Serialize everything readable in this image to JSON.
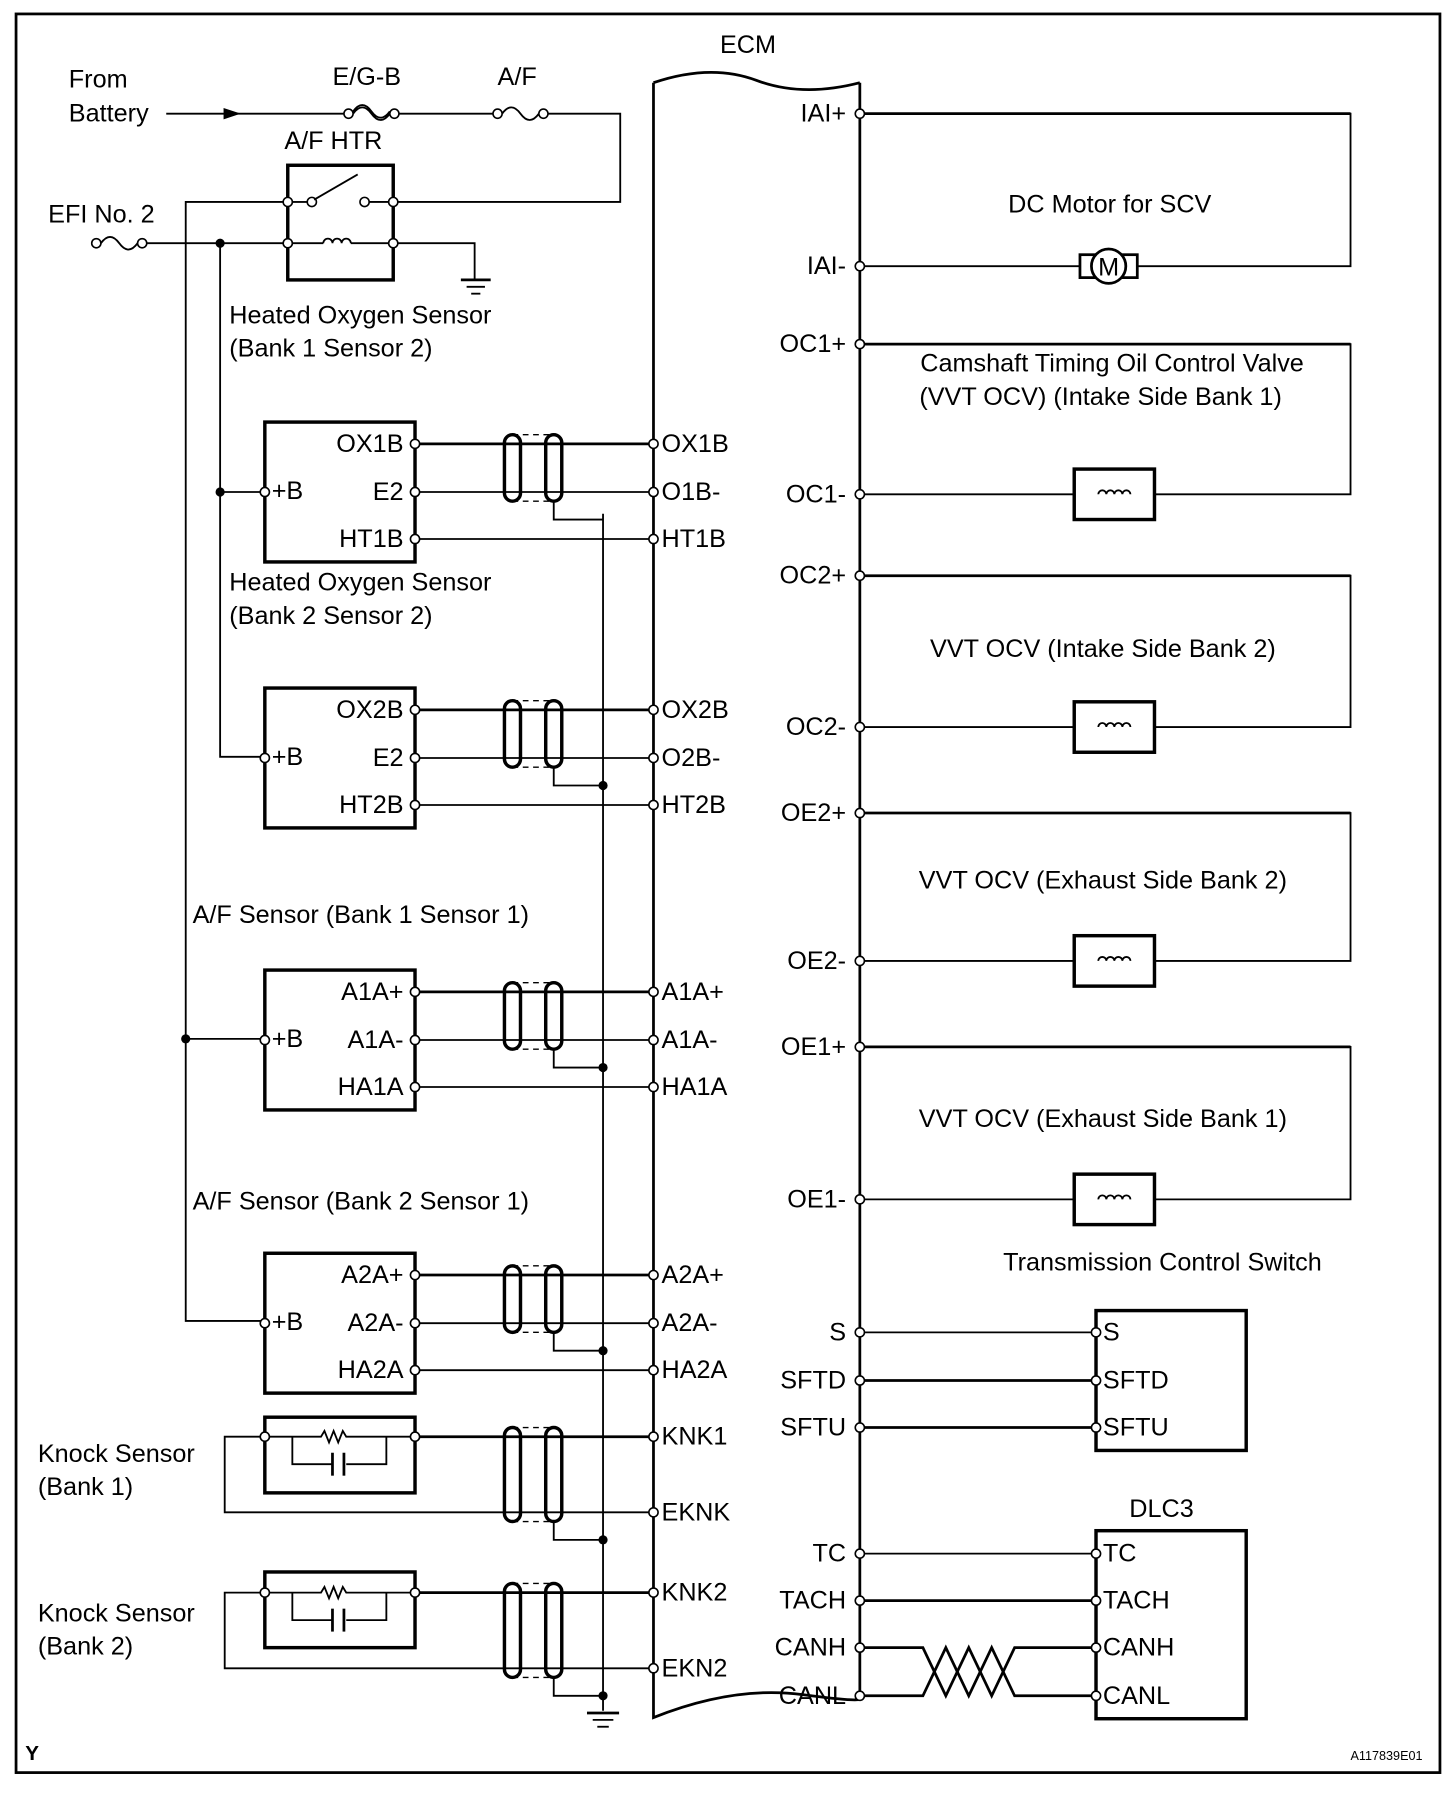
{
  "diagram": {
    "ecm_label": "ECM",
    "figure_code": "A117839E01",
    "corner_mark": "Y",
    "power": {
      "from_battery": [
        "From",
        "Battery"
      ],
      "fuse_egb": "E/G-B",
      "fuse_af": "A/F",
      "relay": "A/F HTR",
      "fuse_efi": "EFI No. 2"
    },
    "sensors": {
      "ho2_b1s2": {
        "title": [
          "Heated Oxygen Sensor",
          "(Bank 1 Sensor 2)"
        ],
        "pins": [
          "OX1B",
          "E2",
          "HT1B"
        ],
        "plus_b": "+B",
        "ecm_pins": [
          "OX1B",
          "O1B-",
          "HT1B"
        ]
      },
      "ho2_b2s2": {
        "title": [
          "Heated Oxygen Sensor",
          "(Bank 2 Sensor 2)"
        ],
        "pins": [
          "OX2B",
          "E2",
          "HT2B"
        ],
        "plus_b": "+B",
        "ecm_pins": [
          "OX2B",
          "O2B-",
          "HT2B"
        ]
      },
      "af_b1s1": {
        "title": "A/F Sensor (Bank 1 Sensor 1)",
        "pins": [
          "A1A+",
          "A1A-",
          "HA1A"
        ],
        "plus_b": "+B",
        "ecm_pins": [
          "A1A+",
          "A1A-",
          "HA1A"
        ]
      },
      "af_b2s1": {
        "title": "A/F Sensor (Bank 2 Sensor 1)",
        "pins": [
          "A2A+",
          "A2A-",
          "HA2A"
        ],
        "plus_b": "+B",
        "ecm_pins": [
          "A2A+",
          "A2A-",
          "HA2A"
        ]
      },
      "knock_b1": {
        "title": [
          "Knock Sensor",
          "(Bank 1)"
        ],
        "ecm_pins": [
          "KNK1",
          "EKNK"
        ]
      },
      "knock_b2": {
        "title": [
          "Knock Sensor",
          "(Bank 2)"
        ],
        "ecm_pins": [
          "KNK2",
          "EKN2"
        ]
      }
    },
    "actuators": {
      "dc_motor": {
        "title": "DC Motor for SCV",
        "ecm_pins": [
          "IAI+",
          "IAI-"
        ],
        "symbol": "M"
      },
      "ocv_in_b1": {
        "title": [
          "Camshaft Timing Oil Control Valve",
          "(VVT OCV) (Intake Side Bank 1)"
        ],
        "ecm_pins": [
          "OC1+",
          "OC1-"
        ]
      },
      "ocv_in_b2": {
        "title": "VVT OCV (Intake Side Bank 2)",
        "ecm_pins": [
          "OC2+",
          "OC2-"
        ]
      },
      "ocv_ex_b2": {
        "title": "VVT OCV (Exhaust Side Bank 2)",
        "ecm_pins": [
          "OE2+",
          "OE2-"
        ]
      },
      "ocv_ex_b1": {
        "title": "VVT OCV (Exhaust Side Bank 1)",
        "ecm_pins": [
          "OE1+",
          "OE1-"
        ]
      }
    },
    "tcs": {
      "title": "Transmission Control Switch",
      "ecm_pins": [
        "S",
        "SFTD",
        "SFTU"
      ],
      "pins": [
        "S",
        "SFTD",
        "SFTU"
      ]
    },
    "dlc3": {
      "title": "DLC3",
      "ecm_pins": [
        "TC",
        "TACH",
        "CANH",
        "CANL"
      ],
      "pins": [
        "TC",
        "TACH",
        "CANH",
        "CANL"
      ]
    }
  }
}
